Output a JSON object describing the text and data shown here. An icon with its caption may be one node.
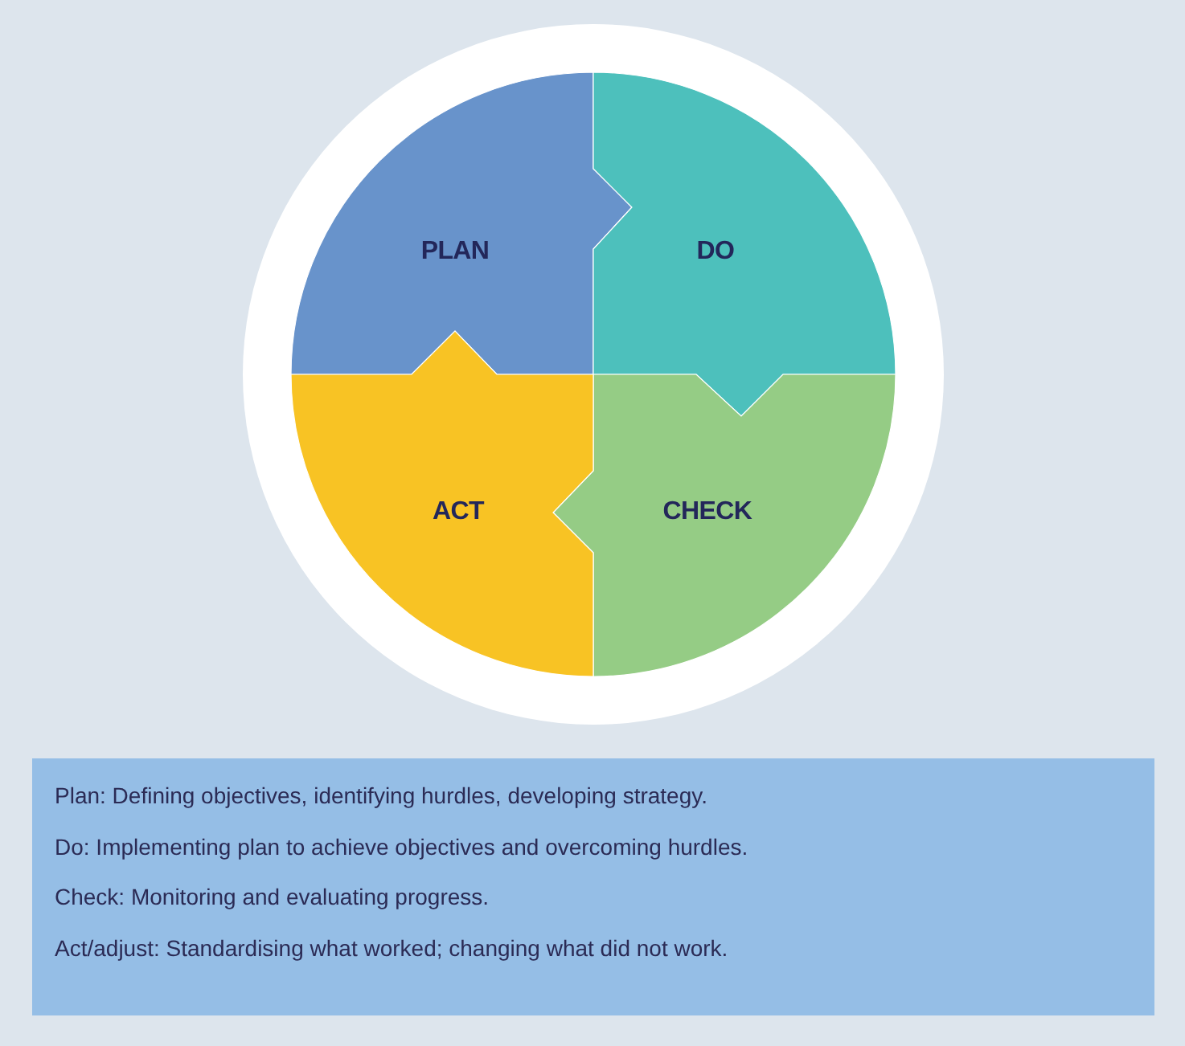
{
  "diagram": {
    "nodes": [
      {
        "text": [
          "PLAN"
        ]
      },
      {
        "text": [
          "DO"
        ]
      },
      {
        "text": [
          "CHECK"
        ]
      },
      {
        "text": [
          "ACT"
        ]
      }
    ],
    "labels": [
      "Plan: Defining objectives, identifying hurdles, developing strategy.",
      "Do: Implementing plan to achieve objectives and overcoming hurdles.",
      "Check: Monitoring and evaluating progress.",
      "Act/adjust: Standardising what worked; changing what did not work."
    ]
  }
}
